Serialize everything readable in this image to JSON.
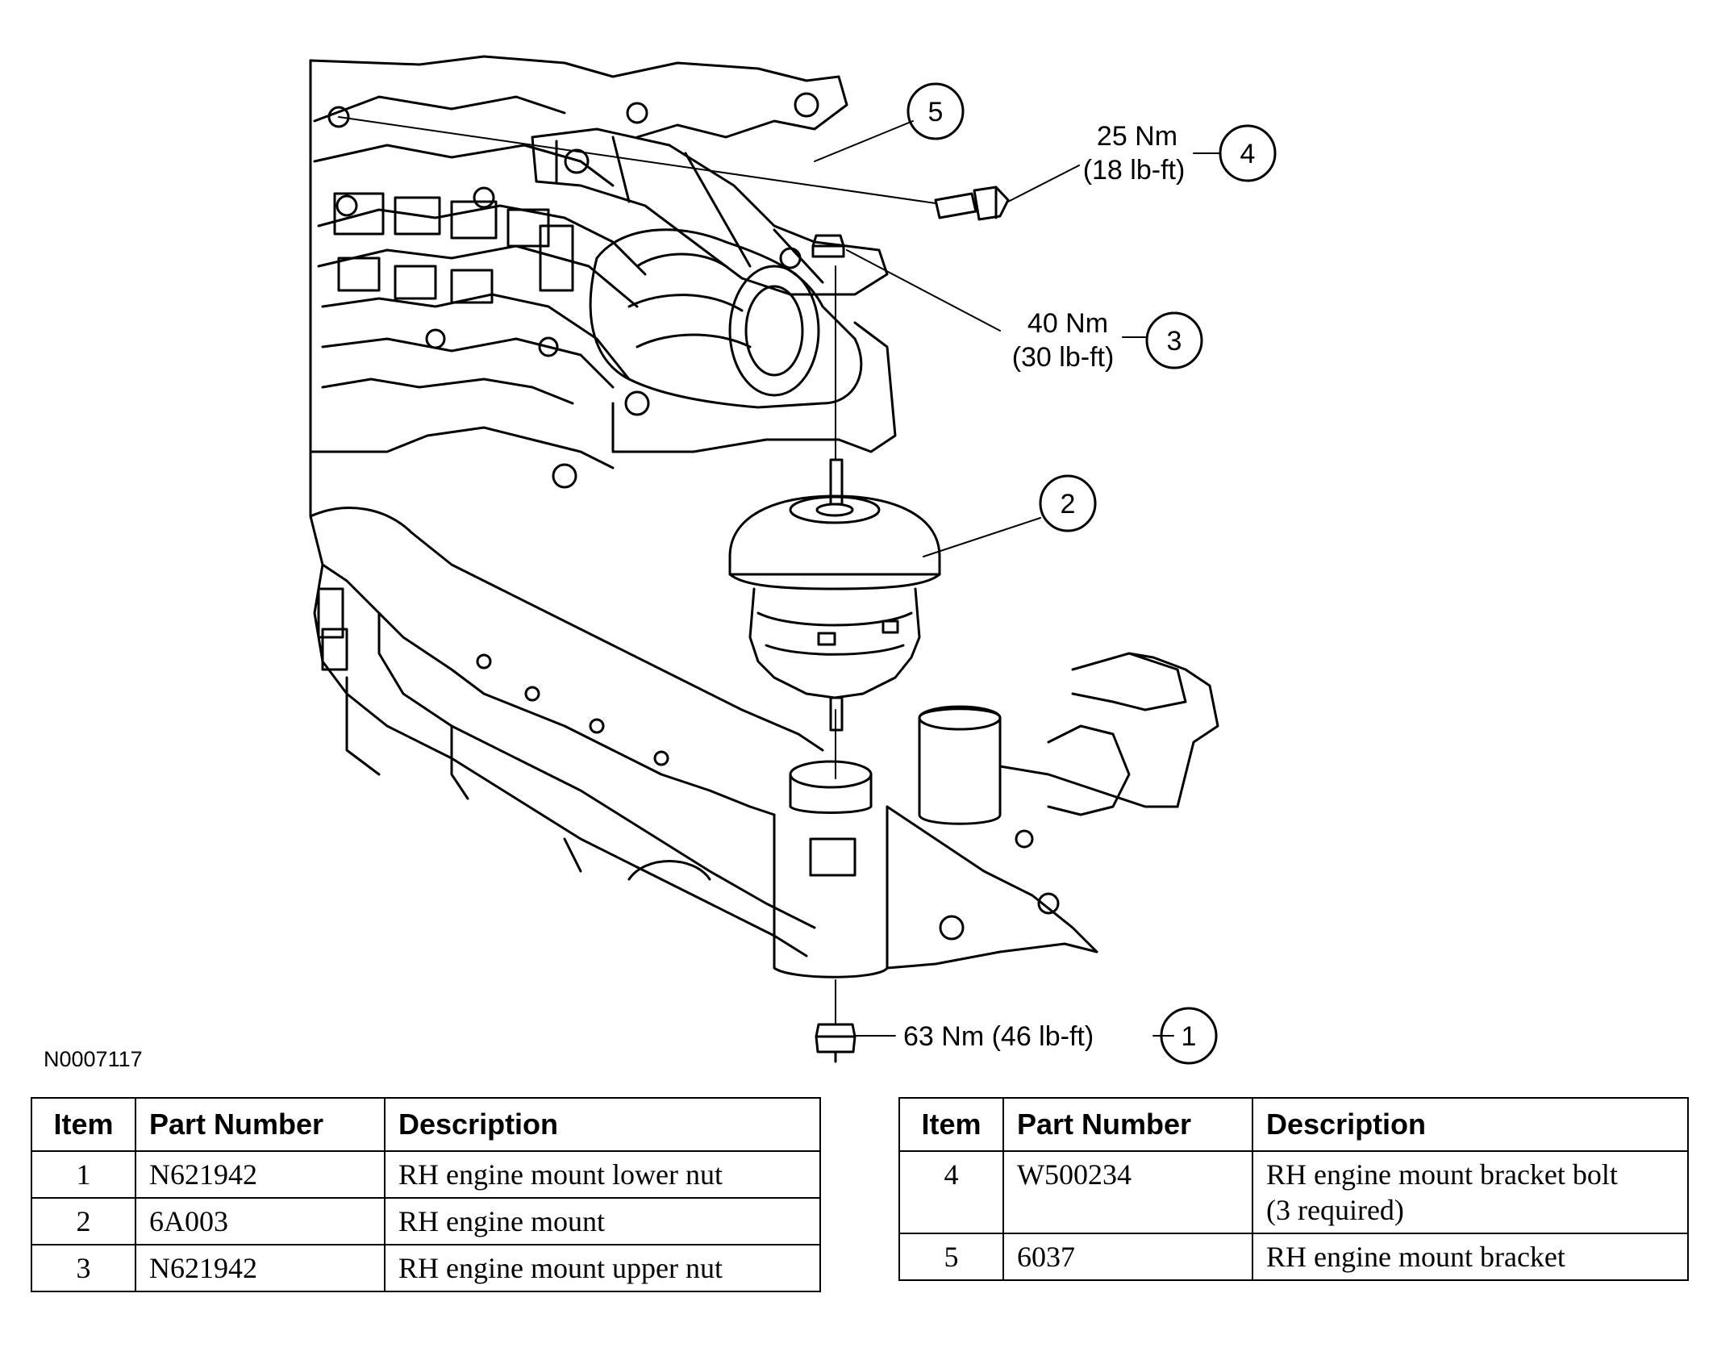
{
  "figure_id": "N0007117",
  "callouts": [
    {
      "number": "1",
      "torque": "63 Nm (46 lb-ft)"
    },
    {
      "number": "2"
    },
    {
      "number": "3",
      "torque_line1": "40 Nm",
      "torque_line2": "(30 lb-ft)"
    },
    {
      "number": "4",
      "torque_line1": "25 Nm",
      "torque_line2": "(18 lb-ft)"
    },
    {
      "number": "5"
    }
  ],
  "table_headers": {
    "item": "Item",
    "part_number": "Part Number",
    "description": "Description"
  },
  "parts_left": [
    {
      "item": "1",
      "part_number": "N621942",
      "description": "RH engine mount lower nut"
    },
    {
      "item": "2",
      "part_number": "6A003",
      "description": "RH engine mount"
    },
    {
      "item": "3",
      "part_number": "N621942",
      "description": "RH engine mount upper nut"
    }
  ],
  "parts_right": [
    {
      "item": "4",
      "part_number": "W500234",
      "description_line1": "RH engine mount bracket bolt",
      "description_line2": "(3 required)"
    },
    {
      "item": "5",
      "part_number": "6037",
      "description": "RH engine mount bracket"
    }
  ]
}
